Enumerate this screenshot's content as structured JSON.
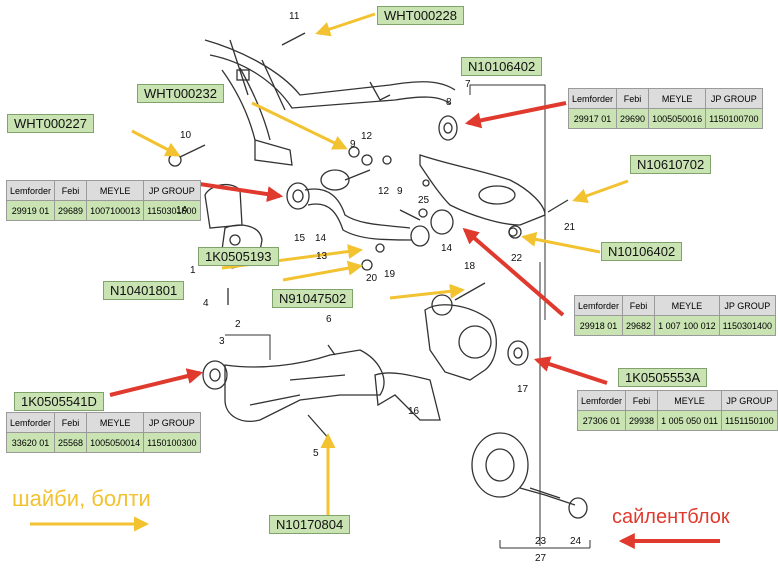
{
  "callouts": [
    {
      "id": "wht228",
      "text": "WHT000228"
    },
    {
      "id": "n106402a",
      "text": "N10106402"
    },
    {
      "id": "wht232",
      "text": "WHT000232"
    },
    {
      "id": "wht227",
      "text": "WHT000227"
    },
    {
      "id": "n10610702",
      "text": "N10610702"
    },
    {
      "id": "k505193",
      "text": "1K0505193"
    },
    {
      "id": "n106402b",
      "text": "N10106402"
    },
    {
      "id": "n10401801",
      "text": "N10401801"
    },
    {
      "id": "n91047502",
      "text": "N91047502"
    },
    {
      "id": "k505553a",
      "text": "1K0505553A"
    },
    {
      "id": "k505541d",
      "text": "1K0505541D"
    },
    {
      "id": "n10170804",
      "text": "N10170804"
    }
  ],
  "part_tables": [
    {
      "id": "t1",
      "header": [
        "Lemforder",
        "Febi",
        "MEYLE",
        "JP GROUP"
      ],
      "values": [
        "29917 01",
        "29690",
        "1005050016",
        "1150100700"
      ]
    },
    {
      "id": "t2",
      "header": [
        "Lemforder",
        "Febi",
        "MEYLE",
        "JP GROUP"
      ],
      "values": [
        "29919 01",
        "29689",
        "1007100013",
        "1150301500"
      ]
    },
    {
      "id": "t3",
      "header": [
        "Lemforder",
        "Febi",
        "MEYLE",
        "JP GROUP"
      ],
      "values": [
        "29918 01",
        "29682",
        "1 007 100 012",
        "1150301400"
      ]
    },
    {
      "id": "t4",
      "header": [
        "Lemforder",
        "Febi",
        "MEYLE",
        "JP GROUP"
      ],
      "values": [
        "27306 01",
        "29938",
        "1 005 050 011",
        "1151150100"
      ]
    },
    {
      "id": "t5",
      "header": [
        "Lemforder",
        "Febi",
        "MEYLE",
        "JP GROUP"
      ],
      "values": [
        "33620 01",
        "25568",
        "1005050014",
        "1150100300"
      ]
    }
  ],
  "numbers": [
    "11",
    "7",
    "8",
    "9",
    "12",
    "10",
    "12",
    "9",
    "25",
    "1A",
    "15",
    "14",
    "13",
    "19",
    "20",
    "14",
    "21",
    "22",
    "1",
    "4",
    "18",
    "6",
    "2",
    "3",
    "16",
    "17",
    "5",
    "23",
    "24",
    "27"
  ],
  "legend": {
    "bolts": "шайби, болти",
    "bushings": "сайлентблок"
  },
  "colors": {
    "callout_bg": "#c9e3b3",
    "bolts_arrow": "#f2c230",
    "bushing_arrow": "#e03a2f",
    "line": "#333333"
  }
}
